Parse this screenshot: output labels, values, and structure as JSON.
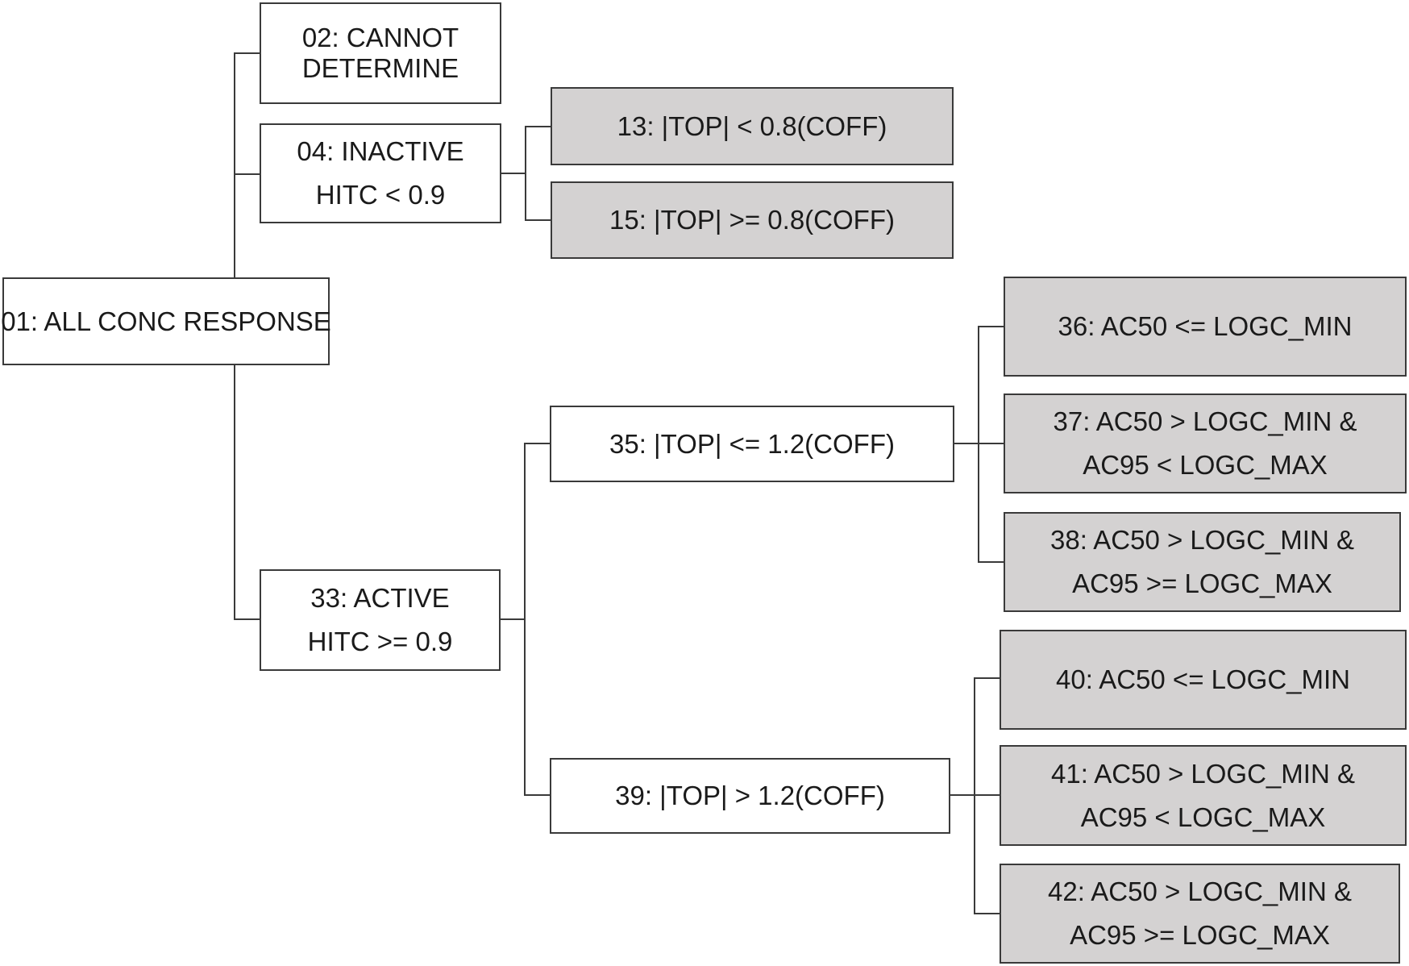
{
  "colors": {
    "terminal_fill": "#d4d2d2",
    "node_fill": "#ffffff",
    "stroke": "#3a3a3a"
  },
  "nodes": {
    "n01": {
      "lines": [
        "01: ALL CONC RESPONSE"
      ]
    },
    "n02": {
      "lines": [
        "02: CANNOT",
        "DETERMINE"
      ]
    },
    "n04": {
      "lines": [
        "04: INACTIVE",
        "HITC < 0.9"
      ]
    },
    "n13": {
      "lines": [
        "13: |TOP| < 0.8(COFF)"
      ]
    },
    "n15": {
      "lines": [
        "15: |TOP| >= 0.8(COFF)"
      ]
    },
    "n33": {
      "lines": [
        "33: ACTIVE",
        "HITC >= 0.9"
      ]
    },
    "n35": {
      "lines": [
        "35: |TOP| <= 1.2(COFF)"
      ]
    },
    "n36": {
      "lines": [
        "36: AC50 <= LOGC_MIN"
      ]
    },
    "n37": {
      "lines": [
        "37: AC50 > LOGC_MIN &",
        "AC95 < LOGC_MAX"
      ]
    },
    "n38": {
      "lines": [
        "38: AC50 > LOGC_MIN &",
        "AC95 >= LOGC_MAX"
      ]
    },
    "n39": {
      "lines": [
        "39: |TOP| > 1.2(COFF)"
      ]
    },
    "n40": {
      "lines": [
        "40: AC50 <= LOGC_MIN"
      ]
    },
    "n41": {
      "lines": [
        "41: AC50 > LOGC_MIN &",
        "AC95 < LOGC_MAX"
      ]
    },
    "n42": {
      "lines": [
        "42: AC50 > LOGC_MIN &",
        "AC95 >= LOGC_MAX"
      ]
    }
  },
  "edges": [
    [
      "n01",
      "n02"
    ],
    [
      "n01",
      "n04"
    ],
    [
      "n01",
      "n33"
    ],
    [
      "n04",
      "n13"
    ],
    [
      "n04",
      "n15"
    ],
    [
      "n33",
      "n35"
    ],
    [
      "n33",
      "n39"
    ],
    [
      "n35",
      "n36"
    ],
    [
      "n35",
      "n37"
    ],
    [
      "n35",
      "n38"
    ],
    [
      "n39",
      "n40"
    ],
    [
      "n39",
      "n41"
    ],
    [
      "n39",
      "n42"
    ]
  ]
}
